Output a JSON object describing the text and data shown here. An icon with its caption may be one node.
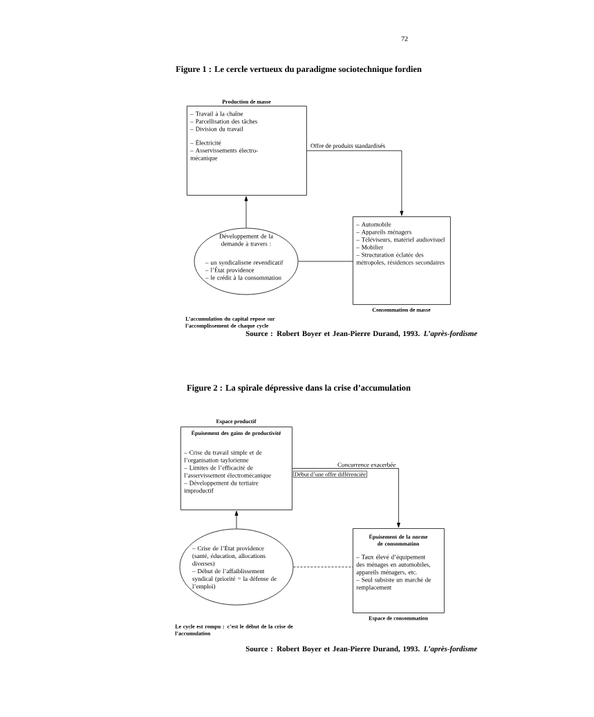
{
  "diagram": {
    "nodes": [
      {
        "text": [
          "Production de masse",
          "– Travail à la chaîne",
          "– Parcellisation des tâches",
          "– Division du travail",
          "– Électricité",
          "– Asservissements électro-mécanique"
        ]
      },
      {
        "text": [
          "– Automobile",
          "– Appareils ménagers",
          "– Téléviseurs, matériel audiovisuel",
          "– Mobilier",
          "– Structuration éclatée des métropoles, résidences secondaires",
          "Consommation de masse"
        ]
      },
      {
        "text": [
          "Développement de la demande à travers :",
          "– un syndicalisme revendicatif",
          "– l’État providence",
          "– le crédit à la consommation"
        ],
        "beside": [
          "L’accumulation du capital repose sur l’accomplissement de chaque cycle"
        ]
      },
      {
        "text": [
          "Espace productif",
          "Épuisement des gains de productivité",
          "– Crise du travail simple et de l’organisation taylorienne",
          "– Limites de l’efficacité de l’asservissement électromécanique",
          "– Développement du tertiaire improductif"
        ]
      },
      {
        "text": [
          "Épuisement de la norme de consommation",
          "– Taux élevé d’équipement des ménages en automobiles, appareils ménagers, etc.",
          "– Seul subsiste un marché de remplacement",
          "Espace de consommation"
        ]
      },
      {
        "text": [
          "– Crise de l’État providence (santé, éducation, allocations diverses)",
          "– Début de l’affaiblissement syndical (priorité = la défense de l’emploi)"
        ],
        "beside": [
          "Le cycle est rompu : c’est le début de la crise de l’accumulation"
        ]
      }
    ],
    "edges": [
      {
        "from": 0,
        "to": 1,
        "arrow": "to",
        "label": "Offre de produits standardisés"
      },
      {
        "from": 2,
        "to": 0,
        "arrow": "to"
      },
      {
        "from": 2,
        "to": 1,
        "arrow": "none"
      },
      {
        "from": 3,
        "to": 4,
        "arrow": "to",
        "label": "Concurrence exacerbée"
      },
      {
        "from": 5,
        "to": 3,
        "arrow": "to"
      },
      {
        "from": 5,
        "to": 4,
        "arrow": "none",
        "style": "dashed"
      }
    ],
    "labels": [
      "72",
      "Figure 1 : Le cercle vertueux du paradigme sociotechnique fordien",
      "Source : Robert Boyer et Jean-Pierre Durand, 1993. *L’après-fordisme*",
      "Figure 2 : La spirale dépressive dans la crise d’accumulation",
      "Début d’une offre différenciée",
      "Source : Robert Boyer et Jean-Pierre Durand, 1993. *L’après-fordisme*"
    ]
  }
}
